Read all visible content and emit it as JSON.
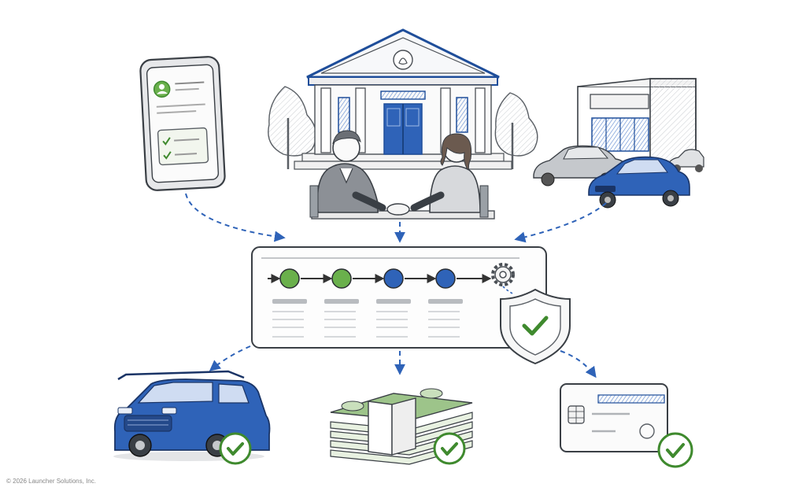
{
  "footer": {
    "copyright": "© 2026 Launcher Solutions, Inc."
  },
  "colors": {
    "ink": "#3a3f45",
    "blue": "#2f63b8",
    "blue_dark": "#1f4e9a",
    "green": "#6ab04c",
    "green_dark": "#3f8a2e",
    "money": "#9dc48a",
    "grey": "#b9bcc0"
  },
  "icons": {
    "phone": "smartphone-application-icon",
    "bank": "bank-building-icon",
    "handshake": "handshake-meeting-icon",
    "dealership": "car-dealership-icon",
    "workflow": "approval-workflow-panel",
    "gear": "gear-icon",
    "shield": "shield-check-icon",
    "car": "suv-car-icon",
    "cash": "cash-stack-icon",
    "card": "credit-card-icon",
    "check": "check-badge-icon"
  },
  "workflow": {
    "steps": [
      {
        "status": "complete",
        "color": "#6ab04c"
      },
      {
        "status": "complete",
        "color": "#6ab04c"
      },
      {
        "status": "active",
        "color": "#2f63b8"
      },
      {
        "status": "active",
        "color": "#2f63b8"
      }
    ]
  }
}
